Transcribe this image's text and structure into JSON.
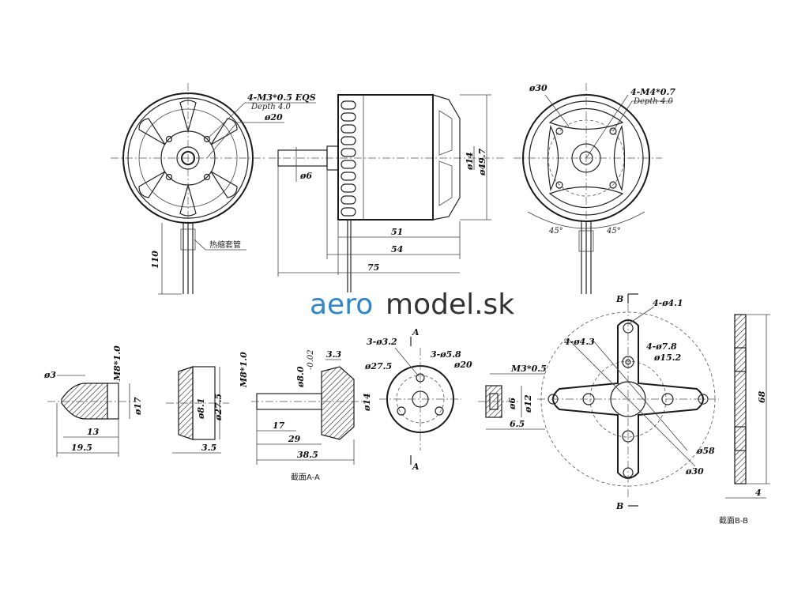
{
  "notes": {
    "front_thread": "4-M3*0.5 EQS",
    "front_depth": "Depth 4.0",
    "front_dia": "ø20",
    "heat_shrink": "热缩套管",
    "lead_length": "110",
    "back_dia30": "ø30",
    "back_thread": "4-M4*0.7",
    "back_depth": "Depth 4.0",
    "angle_left": "45°",
    "angle_right": "45°"
  },
  "side_view": {
    "shaft_dia": "ø6",
    "dia14": "ø14",
    "dia49": "ø49.7",
    "len51": "51",
    "len54": "54",
    "len75": "75"
  },
  "logo": {
    "part1": "aero",
    "part2": "model.sk"
  },
  "spinner": {
    "thread": "M8*1.0",
    "tip": "ø3",
    "dia17": "ø17",
    "len13": "13",
    "len19": "19.5"
  },
  "collet": {
    "dia81": "ø8.1",
    "dia275": "ø27.5",
    "len35": "3.5"
  },
  "adapter": {
    "thread": "M8*1.0",
    "dia8": "ø8.0",
    "tol": "-0.02",
    "len33": "3.3",
    "dia14": "ø14",
    "len17": "17",
    "len29": "29",
    "len385": "38.5",
    "section_label": "截面A-A"
  },
  "prop_hub": {
    "mark_a": "A",
    "mark_a2": "A",
    "holes": "3-ø3.2",
    "holes2": "3-ø5.8",
    "dia20": "ø20",
    "dia275": "ø27.5"
  },
  "screw": {
    "thread": "M3*0.5",
    "dia6": "ø6",
    "dia12": "ø12",
    "len65": "6.5"
  },
  "mount": {
    "mark_b": "B",
    "mark_b2": "B",
    "h41": "4-ø4.1",
    "h43": "4-ø4.3",
    "h78": "4-ø7.8",
    "dia152": "ø15.2",
    "dia58": "ø58",
    "dia30": "ø30"
  },
  "mount_section": {
    "dim68": "68",
    "dim4": "4",
    "section_label": "截面B-B"
  }
}
